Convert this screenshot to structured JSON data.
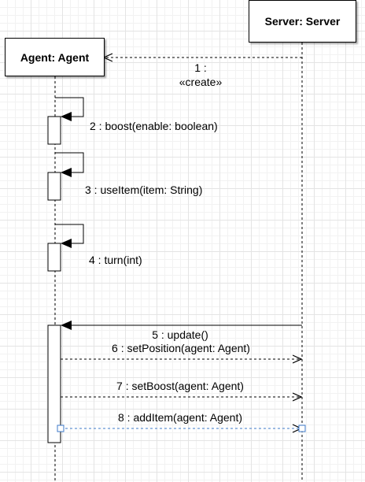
{
  "participants": {
    "agent": "Agent: Agent",
    "server": "Server: Server"
  },
  "messages": {
    "m1_number": "1 :",
    "m1_text": "«create»",
    "m2": "2 : boost(enable: boolean)",
    "m3": "3 : useItem(item: String)",
    "m4": "4 : turn(int)",
    "m5": "5 : update()",
    "m6": "6 : setPosition(agent: Agent)",
    "m7": "7 : setBoost(agent: Agent)",
    "m8": "8 : addItem(agent: Agent)"
  },
  "colors": {
    "line": "#000000",
    "selection": "#3c78c8",
    "grid_major": "#e4e4e4",
    "grid_minor": "#f2f2f2"
  }
}
